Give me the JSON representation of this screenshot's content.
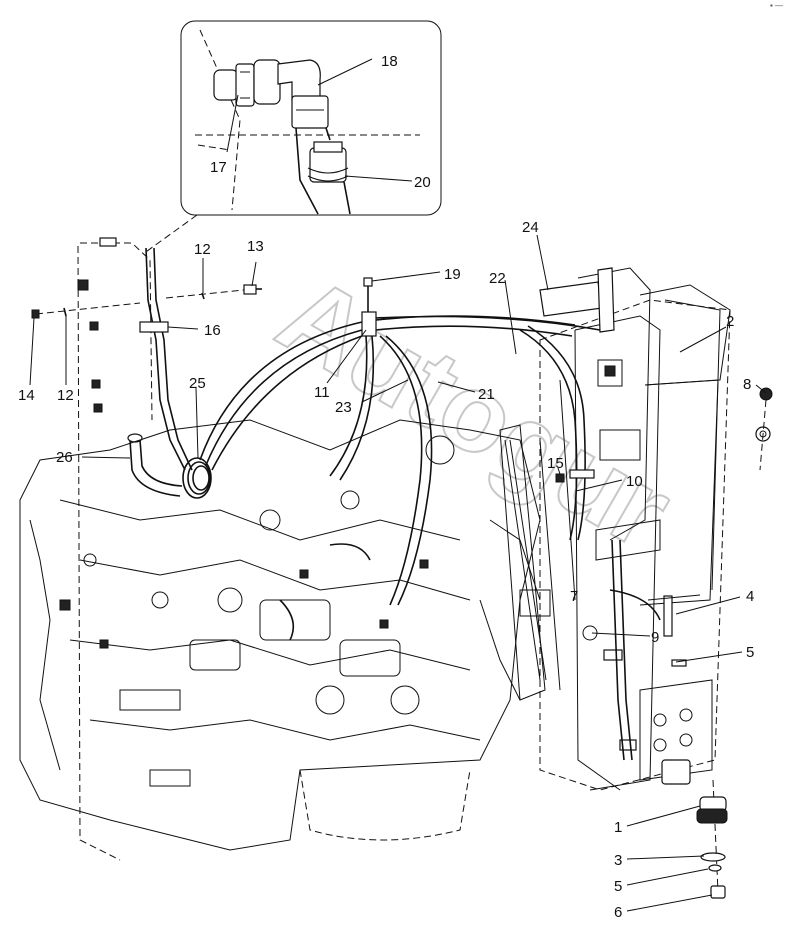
{
  "watermark": "Autogur",
  "corner_mark": "▪ —",
  "callouts": {
    "c1": "1",
    "c2": "2",
    "c3": "3",
    "c4": "4",
    "c5a": "5",
    "c5b": "5",
    "c6": "6",
    "c7": "7",
    "c8": "8",
    "c9": "9",
    "c10": "10",
    "c11": "11",
    "c12a": "12",
    "c12b": "12",
    "c13": "13",
    "c14": "14",
    "c15": "15",
    "c16": "16",
    "c17": "17",
    "c18": "18",
    "c19": "19",
    "c20": "20",
    "c21": "21",
    "c22": "22",
    "c23": "23",
    "c24": "24",
    "c25": "25",
    "c26": "26"
  }
}
